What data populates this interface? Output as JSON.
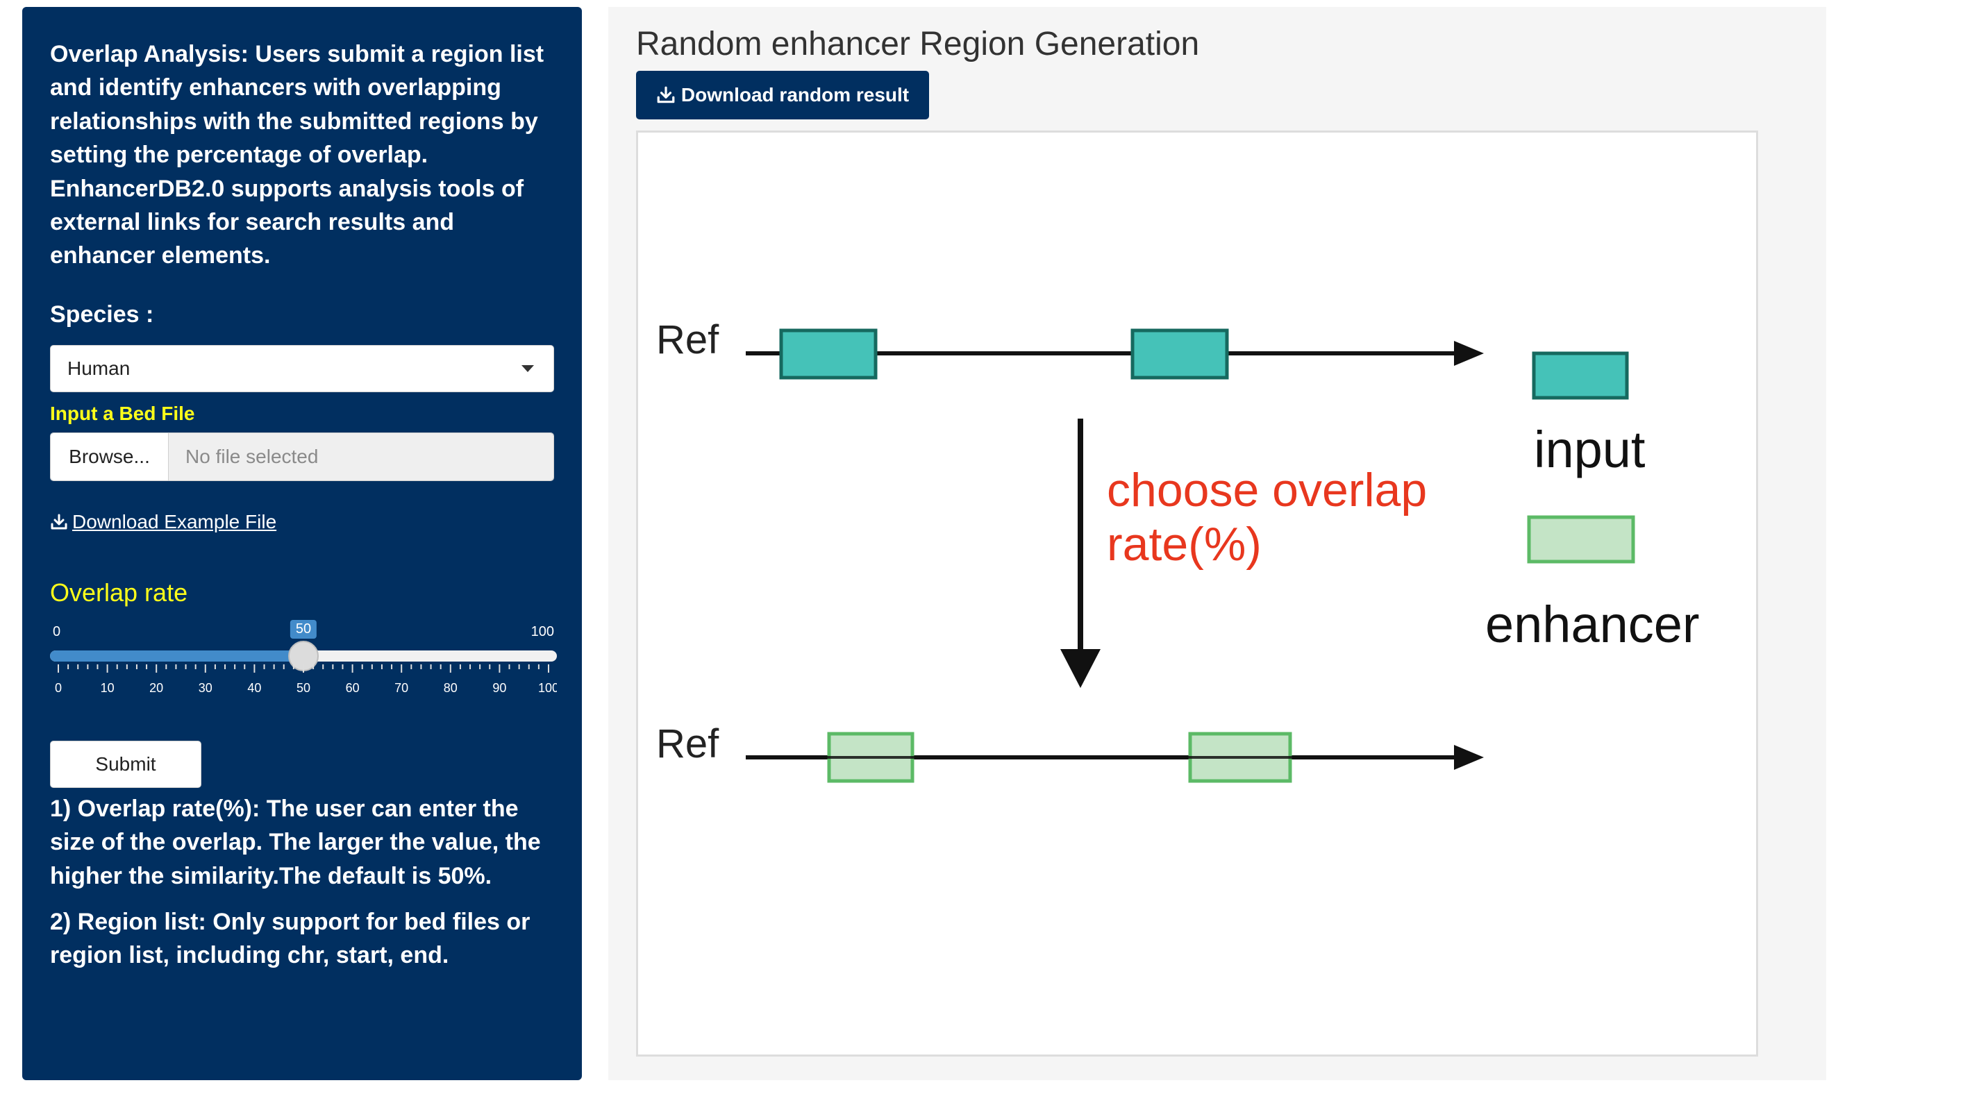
{
  "sidebar": {
    "intro": "Overlap Analysis: Users submit a region list and identify enhancers with overlapping relationships with the submitted regions by setting the percentage of overlap. EnhancerDB2.0 supports analysis tools of external links for search results and enhancer elements.",
    "species_label": "Species :",
    "species_value": "Human",
    "bed_label": "Input a Bed File",
    "browse_label": "Browse...",
    "file_placeholder": "No file selected",
    "download_example": "Download Example File",
    "overlap_label": "Overlap rate",
    "slider": {
      "min": "0",
      "max": "100",
      "value": 50,
      "value_label": "50",
      "ticks": [
        "0",
        "10",
        "20",
        "30",
        "40",
        "50",
        "60",
        "70",
        "80",
        "90",
        "100"
      ]
    },
    "submit_label": "Submit",
    "note1": "1) Overlap rate(%): The user can enter the size of the overlap. The larger the value, the higher the similarity.The default is 50%.",
    "note2": "2) Region list: Only support for bed files or region list, including chr, start, end."
  },
  "main": {
    "title": "Random enhancer Region Generation",
    "download_button": "Download random result"
  },
  "figure": {
    "ref_top": "Ref",
    "ref_bottom": "Ref",
    "choose_line1": "choose overlap",
    "choose_line2": "rate(%)",
    "legend_input": "input",
    "legend_enhancer": "enhancer",
    "colors": {
      "input_fill": "#45c2b8",
      "input_stroke": "#16695f",
      "enhancer_fill": "#c4e4c6",
      "enhancer_stroke": "#5cba66",
      "accent_red": "#e8371e"
    }
  },
  "colors": {
    "sidebar_bg": "#012f60",
    "highlight_yellow": "#ffff1a",
    "slider_blue": "#428bca",
    "panel_bg": "#f5f5f5"
  }
}
